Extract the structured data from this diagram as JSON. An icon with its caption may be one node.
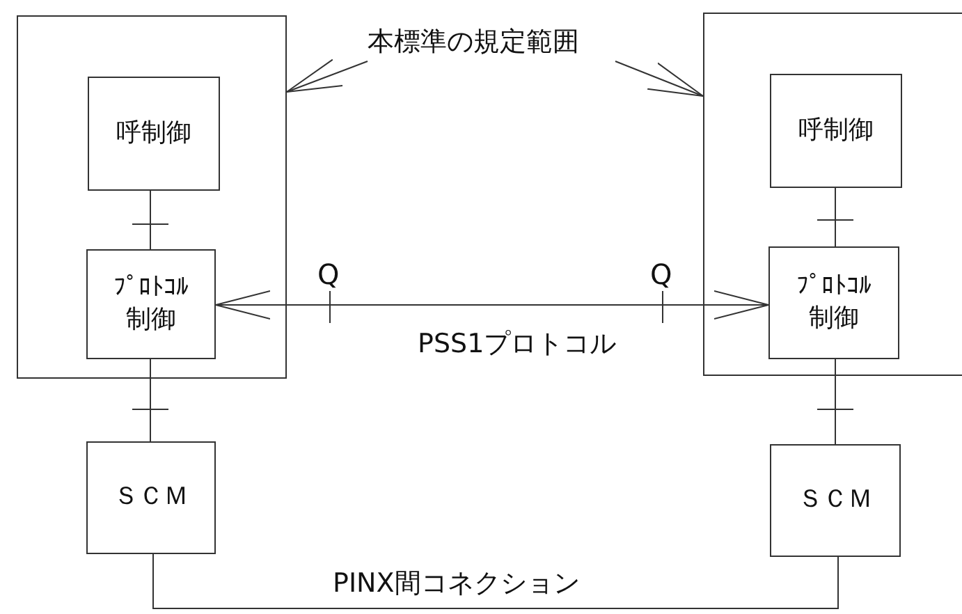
{
  "diagram": {
    "nodes": [
      {
        "text": [],
        "shape": "box"
      },
      {
        "text": [
          "呼制御"
        ],
        "in": 0
      },
      {
        "text": [
          "ﾌﾟﾛﾄｺﾙ制御"
        ],
        "in": 0
      },
      {
        "text": [],
        "shape": "box"
      },
      {
        "text": [
          "呼制御"
        ],
        "in": 3
      },
      {
        "text": [
          "ﾌﾟﾛﾄｺﾙ制御"
        ],
        "in": 3
      },
      {
        "text": [
          "ＳＣＭ"
        ]
      },
      {
        "text": [
          "ＳＣＭ"
        ]
      },
      {
        "text": [
          "本標準の規定範囲"
        ]
      }
    ],
    "edges": [
      {
        "from": 1,
        "to": 2,
        "arrow": "none"
      },
      {
        "from": 2,
        "to": 5,
        "arrow": "both",
        "label": "PSS1プロトコル"
      },
      {
        "from": 4,
        "to": 5,
        "arrow": "none"
      },
      {
        "from": 2,
        "to": 6,
        "arrow": "none"
      },
      {
        "from": 5,
        "to": 7,
        "arrow": "none"
      },
      {
        "from": 6,
        "to": 7,
        "arrow": "none",
        "label": "PINX間コネクション"
      },
      {
        "from": 8,
        "to": 0,
        "arrow": "to"
      },
      {
        "from": 8,
        "to": 3,
        "arrow": "to"
      }
    ],
    "labels": [
      "Q",
      "Q"
    ]
  }
}
